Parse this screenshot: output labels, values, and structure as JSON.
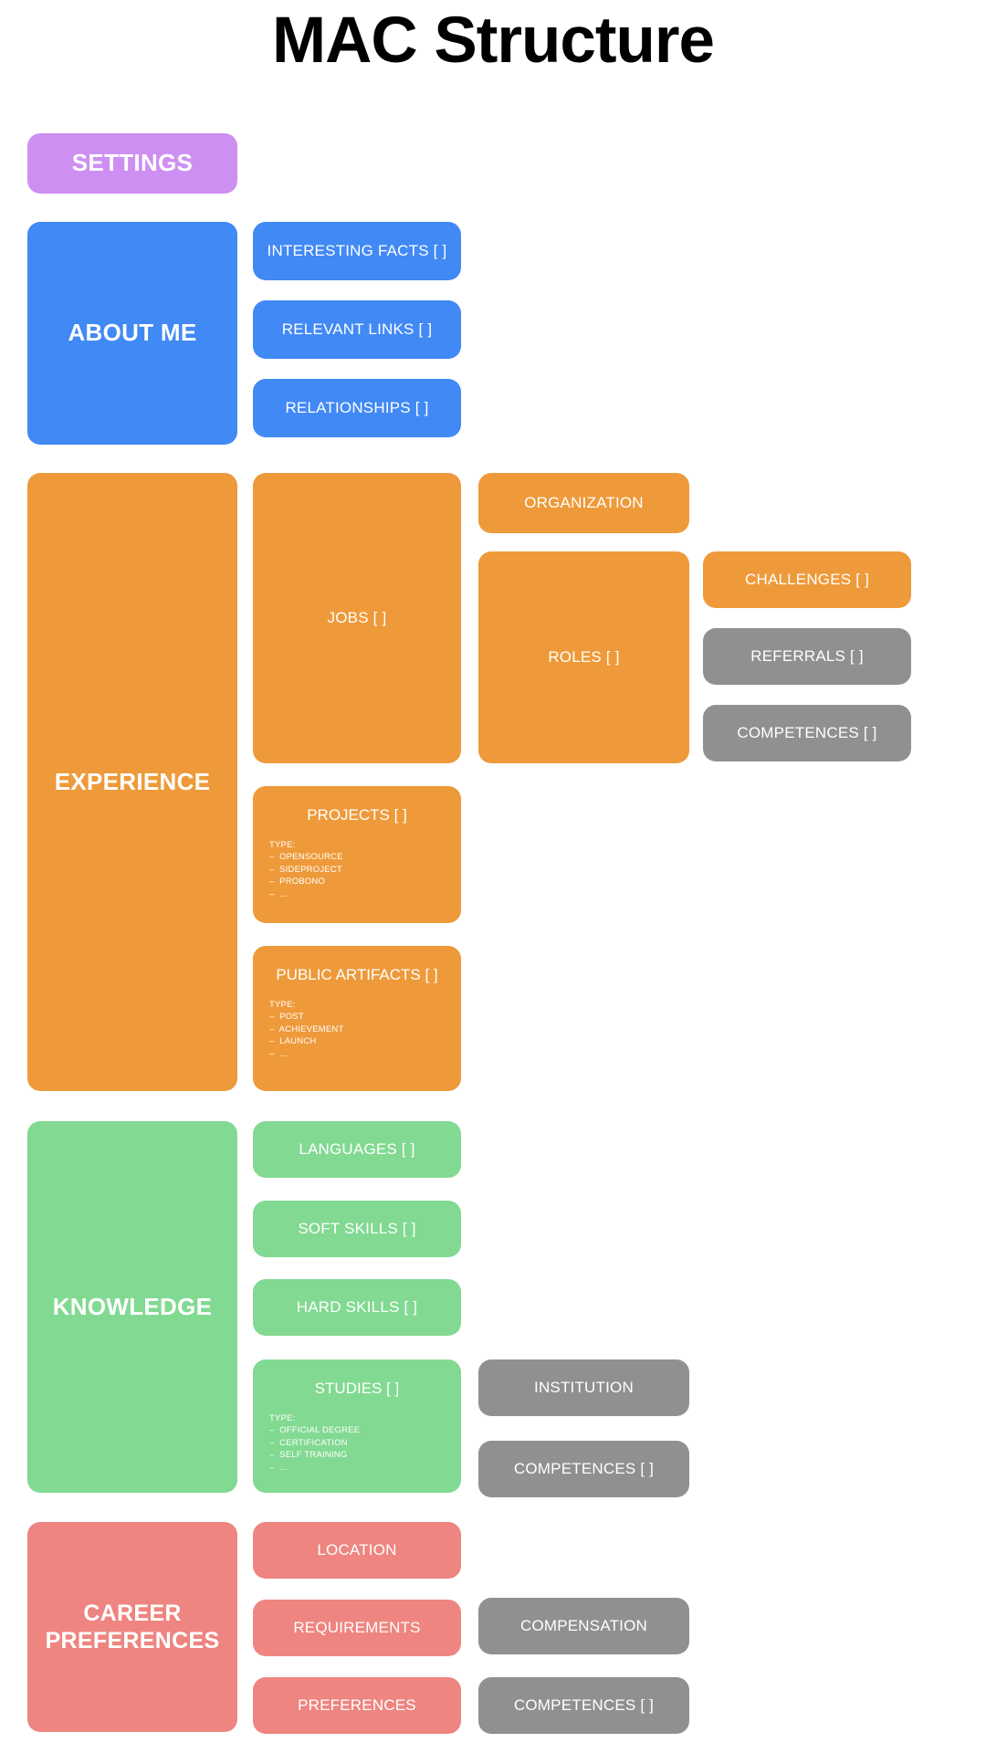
{
  "page": {
    "title": "MAC Structure",
    "background": "#ffffff"
  },
  "colors": {
    "settings": "#CE8FF2",
    "about_me": "#4189F5",
    "experience": "#EE9A3A",
    "knowledge": "#82D992",
    "career_preferences": "#EE8580",
    "secondary": "#909090",
    "text_on_block": "#ffffff",
    "title_text": "#000000"
  },
  "nodes": {
    "settings": {
      "label": "SETTINGS"
    },
    "about_me": {
      "label": "ABOUT ME"
    },
    "interesting_facts": {
      "label": "INTERESTING FACTS [ ]"
    },
    "relevant_links": {
      "label": "RELEVANT LINKS [ ]"
    },
    "relationships": {
      "label": "RELATIONSHIPS [ ]"
    },
    "experience": {
      "label": "EXPERIENCE"
    },
    "jobs": {
      "label": "JOBS [ ]"
    },
    "organization": {
      "label": "ORGANIZATION"
    },
    "roles": {
      "label": "ROLES [ ]"
    },
    "challenges": {
      "label": "CHALLENGES [ ]"
    },
    "referrals": {
      "label": "REFERRALS [ ]"
    },
    "competences_experience": {
      "label": "COMPETENCES [ ]"
    },
    "projects": {
      "label": "PROJECTS [ ]",
      "type_heading": "TYPE:",
      "type_items": [
        "–  OPENSOURCE",
        "–  SIDEPROJECT",
        "–  PROBONO",
        "–  ..."
      ]
    },
    "public_artifacts": {
      "label": "PUBLIC ARTIFACTS [ ]",
      "type_heading": "TYPE:",
      "type_items": [
        "–  POST",
        "–  ACHIEVEMENT",
        "–  LAUNCH",
        "–  ..."
      ]
    },
    "knowledge": {
      "label": "KNOWLEDGE"
    },
    "languages": {
      "label": "LANGUAGES [ ]"
    },
    "soft_skills": {
      "label": "SOFT SKILLS [ ]"
    },
    "hard_skills": {
      "label": "HARD SKILLS [ ]"
    },
    "studies": {
      "label": "STUDIES [ ]",
      "type_heading": "TYPE:",
      "type_items": [
        "–  OFFICIAL DEGREE",
        "–  CERTIFICATION",
        "–  SELF TRAINING",
        "–  ..."
      ]
    },
    "institution": {
      "label": "INSTITUTION"
    },
    "competences_studies": {
      "label": "COMPETENCES [ ]"
    },
    "career_preferences": {
      "label": "CAREER\nPREFERENCES"
    },
    "location": {
      "label": "LOCATION"
    },
    "requirements": {
      "label": "REQUIREMENTS"
    },
    "preferences": {
      "label": "PREFERENCES"
    },
    "compensation": {
      "label": "COMPENSATION"
    },
    "competences_career": {
      "label": "COMPETENCES [ ]"
    }
  }
}
